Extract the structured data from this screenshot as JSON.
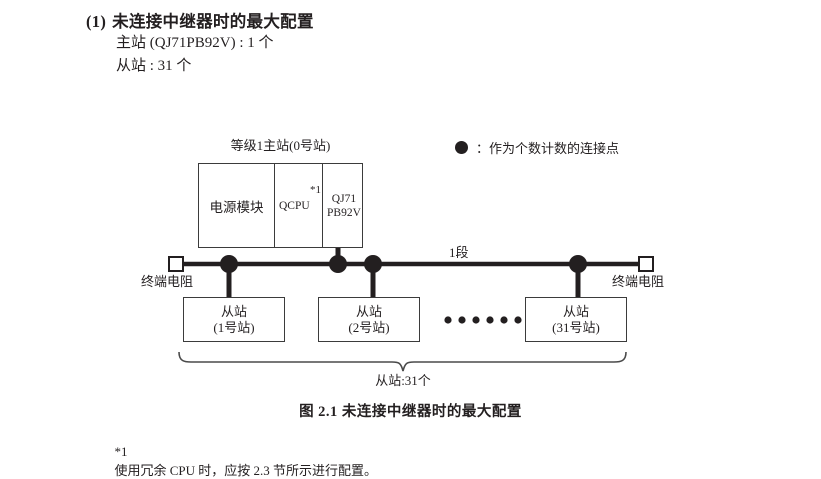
{
  "heading": {
    "number": "(1)",
    "title": "未连接中继器时的最大配置",
    "spec_lines": [
      "主站 (QJ71PB92V) : 1 个",
      "从站 : 31 个"
    ]
  },
  "legend": {
    "symbol": "filled-circle-icon",
    "separator": "：",
    "text": "作为个数计数的连接点"
  },
  "diagram": {
    "master": {
      "title": "等级1主站(0号站)",
      "cells": [
        {
          "label": "电源模块",
          "name": "power-module"
        },
        {
          "label": "QCPU",
          "name": "qcpu-module",
          "footnote_mark": "*1"
        },
        {
          "label": "QJ71\nPB92V",
          "name": "network-module"
        }
      ]
    },
    "bus": {
      "segment_label": "1段",
      "terminator_left": "终端电阻",
      "terminator_right": "终端电阻",
      "connection_points": 4
    },
    "slaves": [
      {
        "label": "从站\n(1号站)"
      },
      {
        "label": "从站\n(2号站)"
      },
      {
        "label": "从站\n(31号站)"
      }
    ],
    "ellipsis_dots": 6,
    "brace_label": "从站:31个"
  },
  "caption": "图 2.1  未连接中继器时的最大配置",
  "footnote": {
    "mark": "*1",
    "text": "使用冗余 CPU 时，应按 2.3 节所示进行配置。"
  },
  "colors": {
    "ink": "#231f20",
    "line": "#3b3b3b",
    "bus": "#231f20"
  }
}
